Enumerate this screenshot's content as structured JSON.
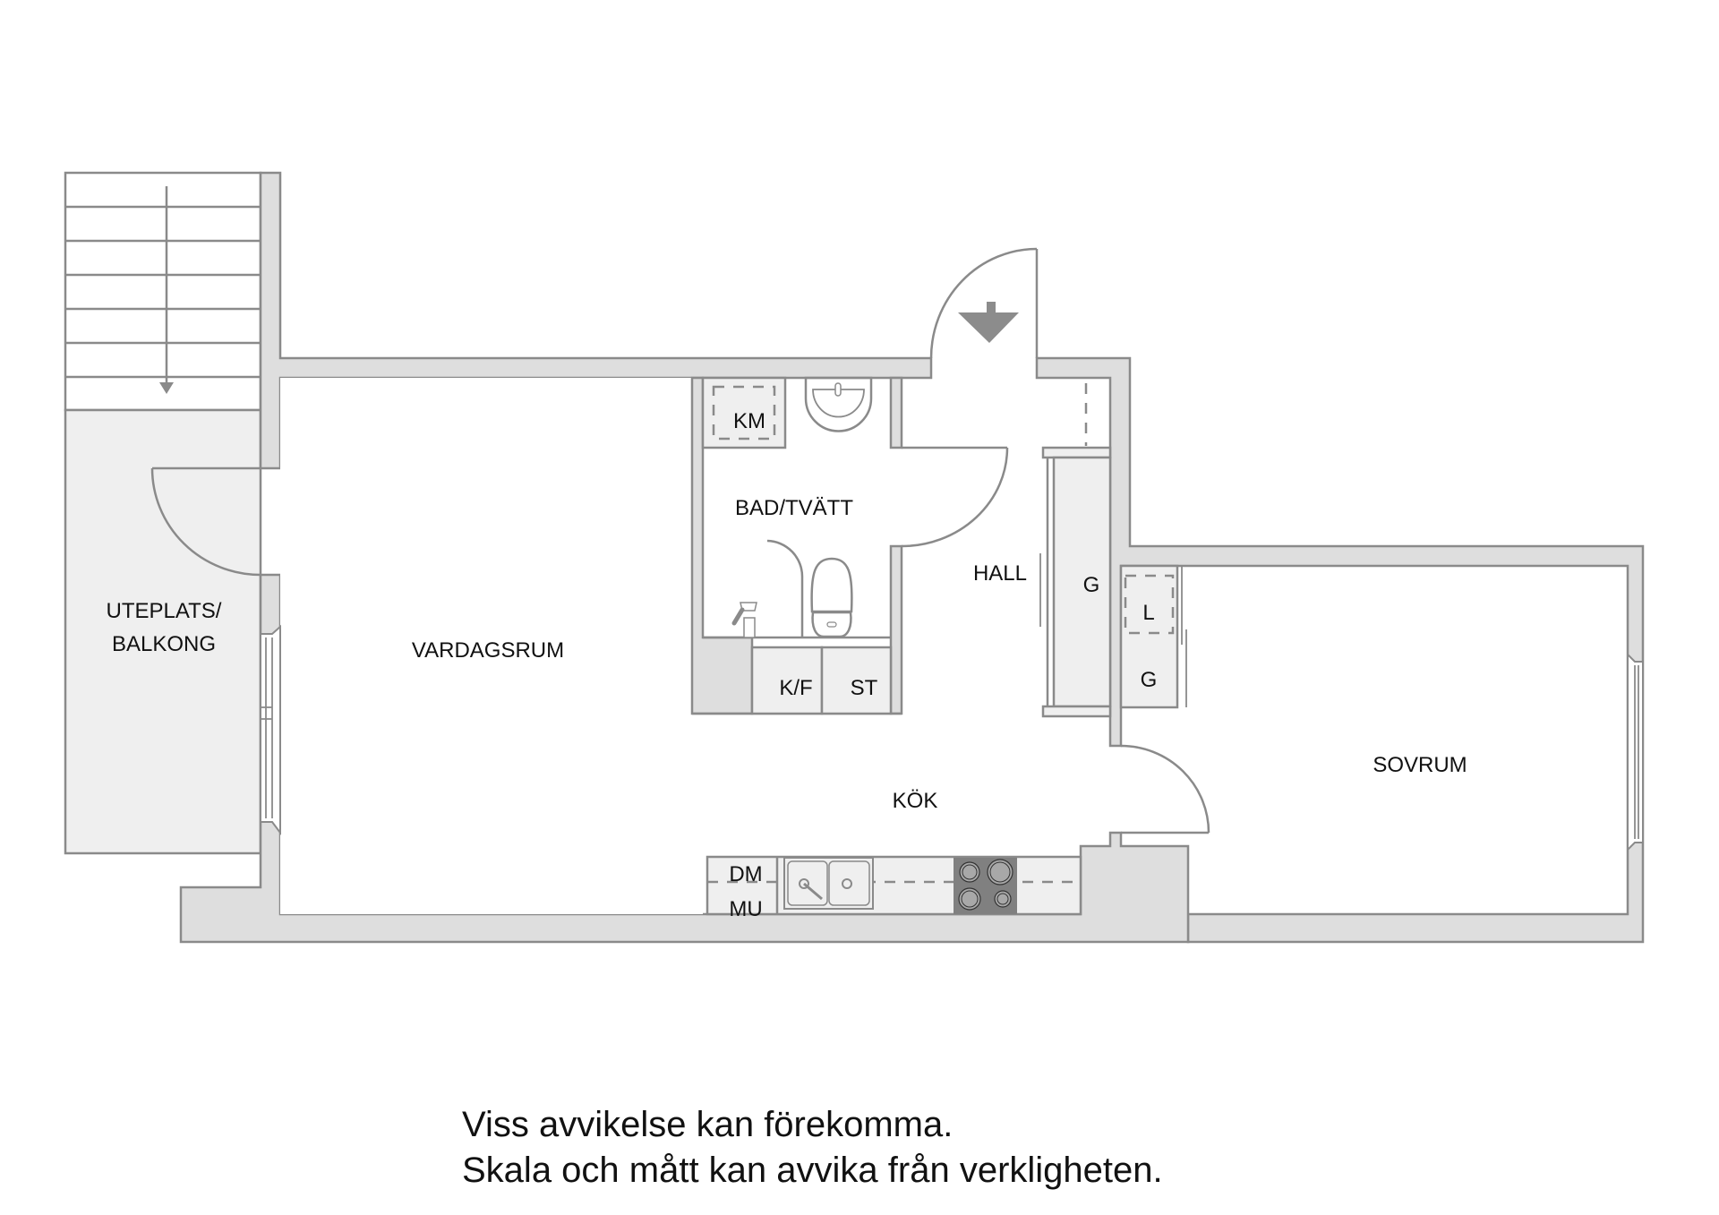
{
  "plan": {
    "rooms": {
      "balcony_line1": "UTEPLATS/",
      "balcony_line2": "BALKONG",
      "living": "VARDAGSRUM",
      "bath": "BAD/TVÄTT",
      "hall": "HALL",
      "kitchen": "KÖK",
      "bedroom": "SOVRUM"
    },
    "fixtures": {
      "km": "KM",
      "kf": "K/F",
      "st": "ST",
      "wardrobe_hall": "G",
      "linen": "L",
      "wardrobe_bedroom": "G",
      "dm": "DM",
      "mu": "MU"
    },
    "icons": [
      "stair-arrow-icon",
      "entrance-arrow-icon",
      "sink-icon",
      "toilet-icon",
      "shower-icon",
      "kitchen-sink-icon",
      "stove-icon"
    ],
    "colors": {
      "wall": "#dedede",
      "outline": "#8a8a8a",
      "fixture": "#efefef",
      "stove": "#808080",
      "arrow": "#8c8c8c"
    }
  },
  "disclaimer": {
    "line1": "Viss avvikelse kan förekomma.",
    "line2": "Skala och mått kan avvika från verkligheten."
  }
}
